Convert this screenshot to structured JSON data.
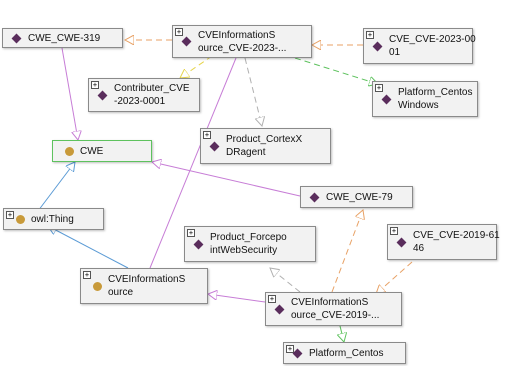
{
  "nodes": [
    {
      "id": "cwe319",
      "label": "CWE_CWE-319",
      "glyph": "diamond",
      "expand": false
    },
    {
      "id": "cveinfo2023",
      "label": "CVEInformationS\nource_CVE-2023-...",
      "glyph": "diamond",
      "expand": true
    },
    {
      "id": "cve2023",
      "label": "CVE_CVE-2023-00\n01",
      "glyph": "diamond",
      "expand": true
    },
    {
      "id": "contrib",
      "label": "Contributer_CVE\n-2023-0001",
      "glyph": "diamond",
      "expand": true
    },
    {
      "id": "platwin",
      "label": "Platform_Centos\nWindows",
      "glyph": "diamond",
      "expand": true
    },
    {
      "id": "cwe",
      "label": "CWE",
      "glyph": "circle",
      "expand": false
    },
    {
      "id": "cortex",
      "label": "Product_CortexX\nDRagent",
      "glyph": "diamond",
      "expand": true
    },
    {
      "id": "cwe79",
      "label": "CWE_CWE-79",
      "glyph": "diamond",
      "expand": false
    },
    {
      "id": "thing",
      "label": "owl:Thing",
      "glyph": "circle",
      "expand": true
    },
    {
      "id": "forcepoint",
      "label": "Product_Forcepo\nintWebSecurity",
      "glyph": "diamond",
      "expand": true
    },
    {
      "id": "cve2019",
      "label": "CVE_CVE-2019-61\n46",
      "glyph": "diamond",
      "expand": true
    },
    {
      "id": "cveinfosrc",
      "label": "CVEInformationS\nource",
      "glyph": "circle",
      "expand": true
    },
    {
      "id": "cveinfo2019",
      "label": "CVEInformationS\nource_CVE-2019-...",
      "glyph": "diamond",
      "expand": true
    },
    {
      "id": "platcentos",
      "label": "Platform_Centos",
      "glyph": "diamond",
      "expand": true
    }
  ],
  "selected_node": "cwe",
  "colors": {
    "node_bg": "#f2f2f2",
    "node_border": "#8a8a8a",
    "selected_border": "#5ec25e",
    "individual_glyph": "#5a2d5c",
    "class_glyph": "#c89a3a",
    "edge_subclass": "#5b9bd5",
    "edge_type": "#c77dd6",
    "edge_orange": "#e8a266",
    "edge_yellow": "#e6d44a",
    "edge_green": "#5ec25e",
    "edge_gray": "#b0b0b0"
  }
}
